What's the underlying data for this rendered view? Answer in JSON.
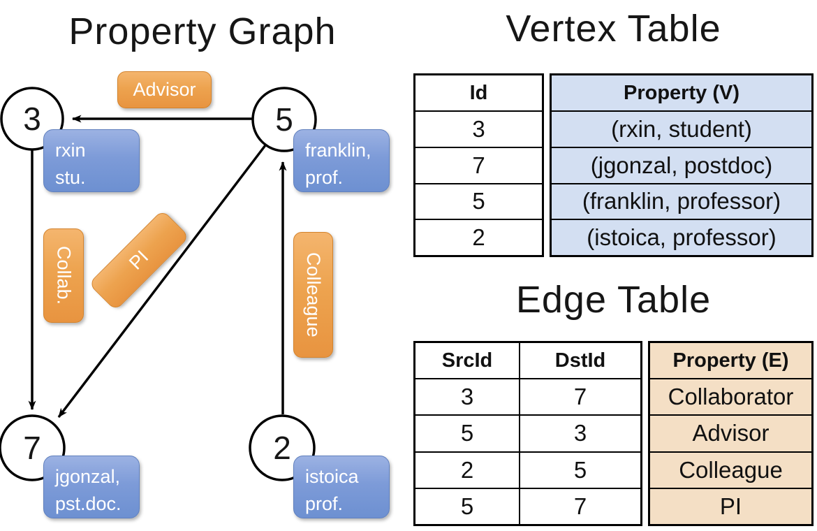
{
  "graph": {
    "title": "Property Graph",
    "nodes": [
      {
        "id": "3"
      },
      {
        "id": "5"
      },
      {
        "id": "7"
      },
      {
        "id": "2"
      }
    ],
    "vertex_boxes": {
      "rxin": {
        "line1": "rxin",
        "line2": "stu."
      },
      "franklin": {
        "line1": "franklin,",
        "line2": "prof."
      },
      "jgonzal": {
        "line1": "jgonzal,",
        "line2": "pst.doc."
      },
      "istoica": {
        "line1": "istoica",
        "line2": "prof."
      }
    },
    "edge_labels": {
      "advisor": "Advisor",
      "collab": "Collab.",
      "pi": "PI",
      "colleague": "Colleague"
    }
  },
  "vertex_table": {
    "title": "Vertex Table",
    "columns": {
      "id": "Id",
      "property": "Property (V)"
    },
    "rows": [
      {
        "id": "3",
        "property": "(rxin, student)"
      },
      {
        "id": "7",
        "property": "(jgonzal, postdoc)"
      },
      {
        "id": "5",
        "property": "(franklin, professor)"
      },
      {
        "id": "2",
        "property": "(istoica, professor)"
      }
    ]
  },
  "edge_table": {
    "title": "Edge Table",
    "columns": {
      "src": "SrcId",
      "dst": "DstId",
      "property": "Property (E)"
    },
    "rows": [
      {
        "src": "3",
        "dst": "7",
        "property": "Collaborator"
      },
      {
        "src": "5",
        "dst": "3",
        "property": "Advisor"
      },
      {
        "src": "2",
        "dst": "5",
        "property": "Colleague"
      },
      {
        "src": "5",
        "dst": "7",
        "property": "PI"
      }
    ]
  },
  "colors": {
    "edge_label_fill": "#e89440",
    "vertex_label_fill": "#7d9bd8",
    "vertex_table_fill": "#d3dff2",
    "edge_table_fill": "#f4dfc5",
    "line": "#000000",
    "background": "#ffffff"
  }
}
